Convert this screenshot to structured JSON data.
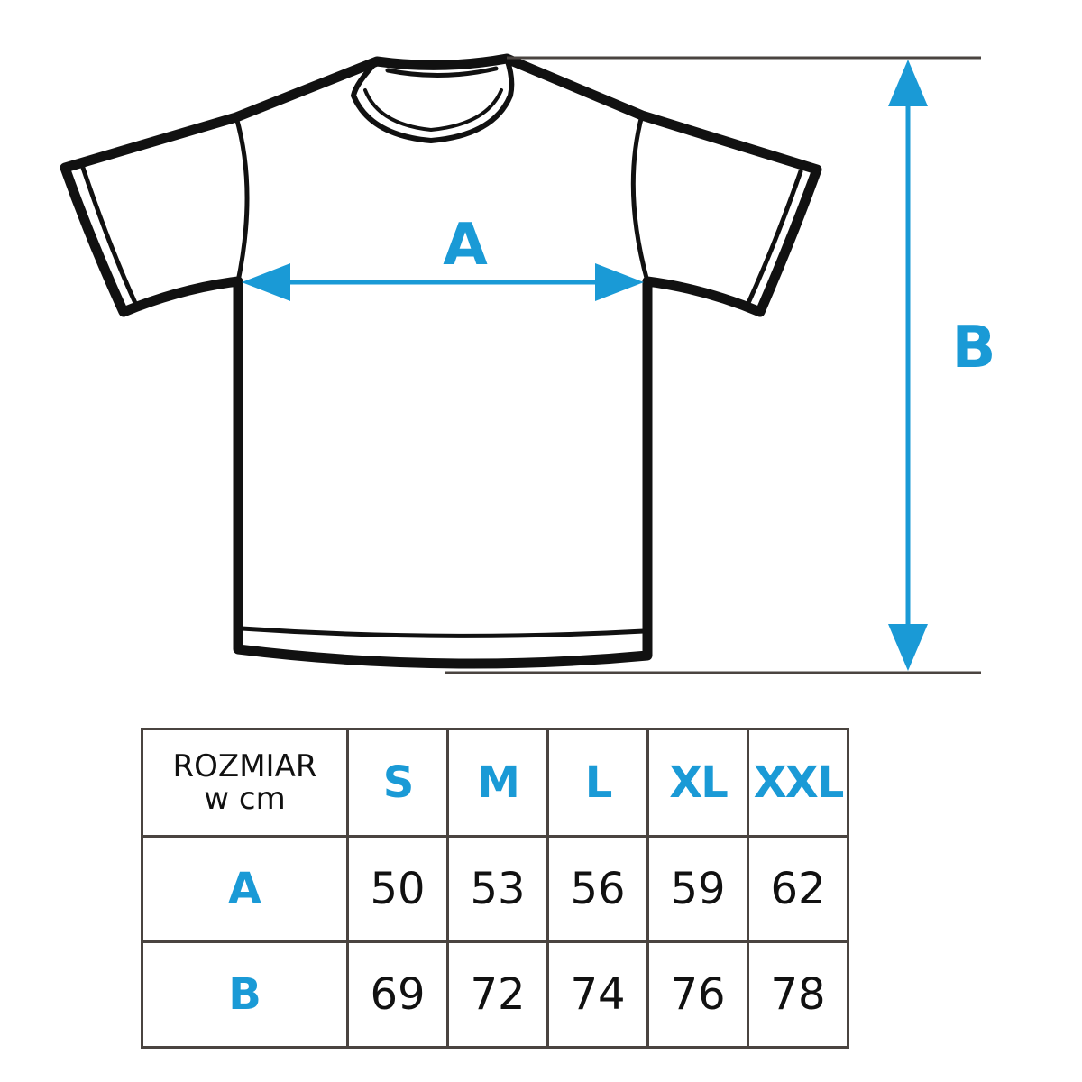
{
  "colors": {
    "accent": "#1a9ad6",
    "outline": "#111111",
    "table_border": "#4a4440",
    "guide_line": "#4a4440"
  },
  "diagram": {
    "label_a": "A",
    "label_b": "B"
  },
  "table": {
    "header_line1": "ROZMIAR",
    "header_line2": "w cm",
    "sizes": [
      "S",
      "M",
      "L",
      "XL",
      "XXL"
    ],
    "rows": [
      {
        "label": "A",
        "values": [
          "50",
          "53",
          "56",
          "59",
          "62"
        ]
      },
      {
        "label": "B",
        "values": [
          "69",
          "72",
          "74",
          "76",
          "78"
        ]
      }
    ]
  }
}
